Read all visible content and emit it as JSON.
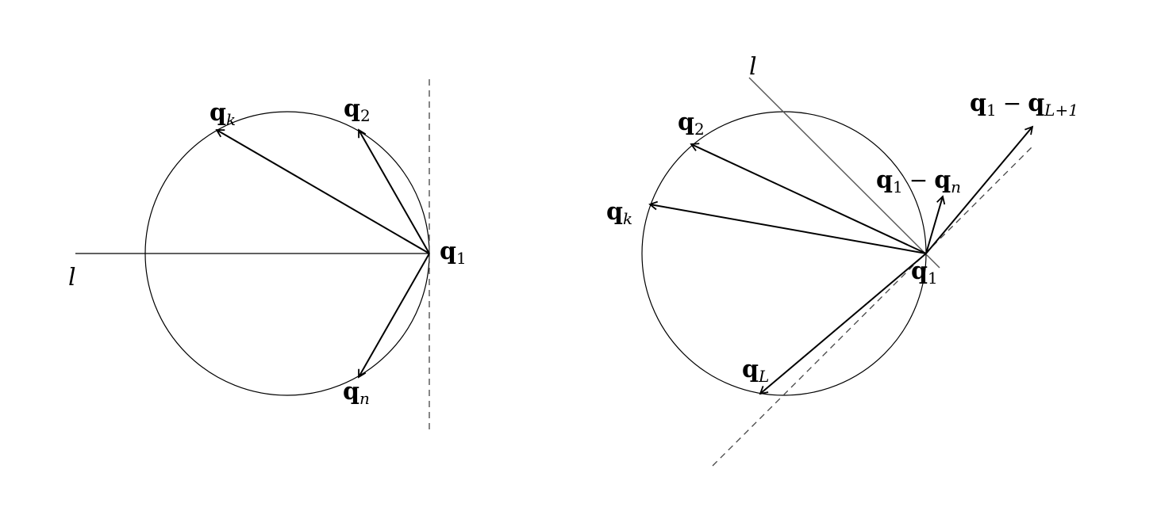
{
  "figure": {
    "left_panel": {
      "line_label": "l",
      "points": {
        "q1": {
          "base": "q",
          "sub": "1"
        },
        "q2": {
          "base": "q",
          "sub": "2"
        },
        "qk": {
          "base": "q",
          "sub": "k"
        },
        "qn": {
          "base": "q",
          "sub": "n"
        }
      }
    },
    "right_panel": {
      "line_label": "l",
      "points": {
        "q1": {
          "base": "q",
          "sub": "1"
        },
        "q2": {
          "base": "q",
          "sub": "2"
        },
        "qk": {
          "base": "q",
          "sub": "k"
        },
        "qL": {
          "base": "q",
          "sub": "L"
        }
      },
      "vectors": {
        "q1_minus_qn": {
          "a_base": "q",
          "a_sub": "1",
          "op": "−",
          "b_base": "q",
          "b_sub": "n"
        },
        "q1_minus_qL1": {
          "a_base": "q",
          "a_sub": "1",
          "op": "−",
          "b_base": "q",
          "b_sub": "L+1"
        }
      }
    }
  }
}
